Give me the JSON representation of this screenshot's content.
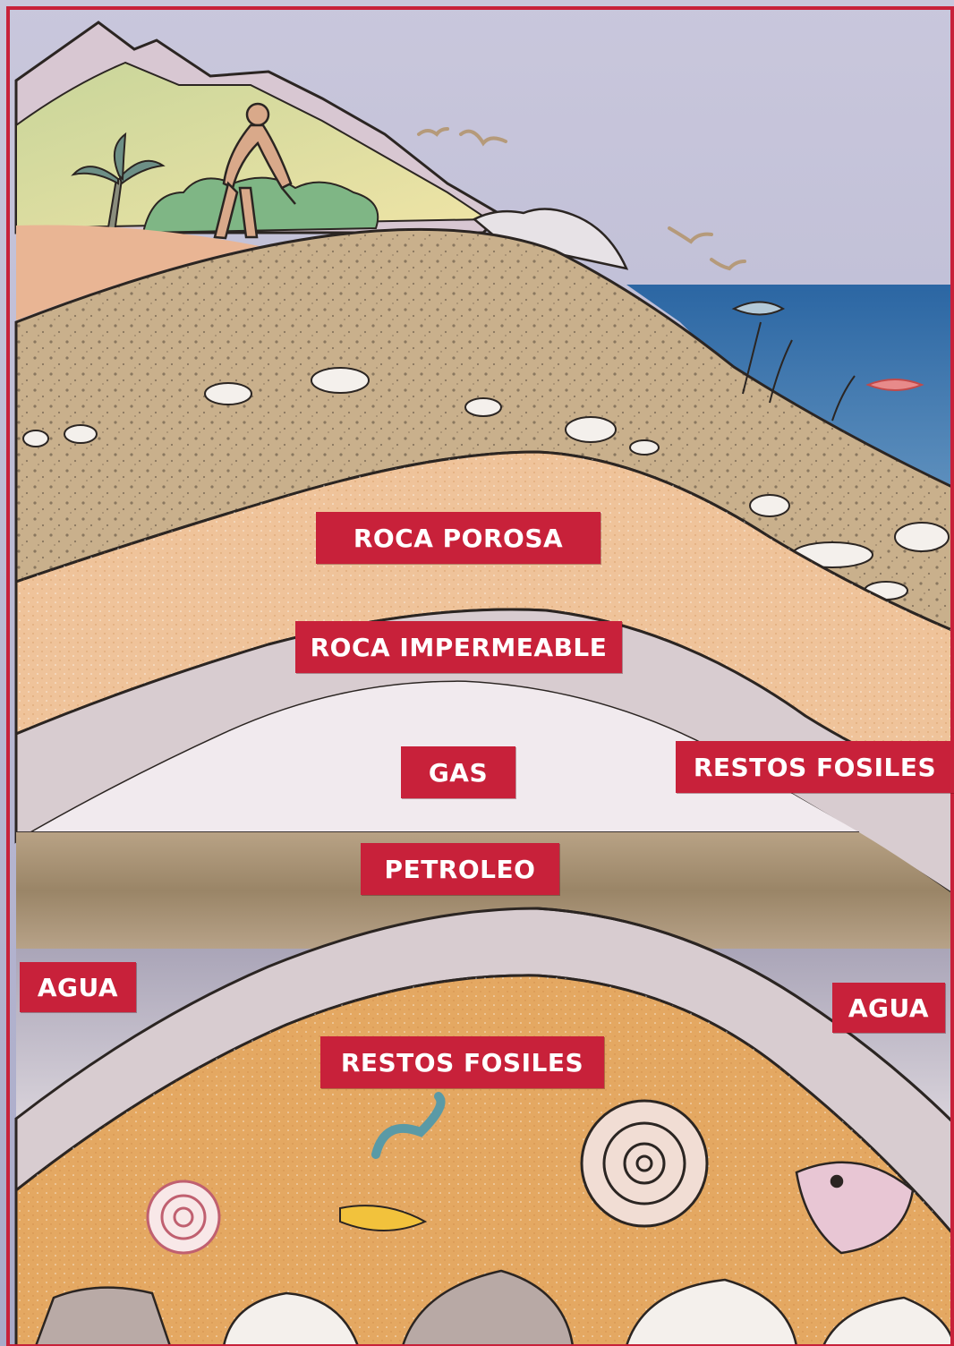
{
  "labels": {
    "roca_porosa": "ROCA POROSA",
    "roca_impermeable": "ROCA IMPERMEABLE",
    "gas": "GAS",
    "restos_fosiles_1": "RESTOS FOSILES",
    "petroleo": "PETROLEO",
    "agua_left": "AGUA",
    "agua_right": "AGUA",
    "restos_fosiles_2": "RESTOS FOSILES"
  },
  "colors": {
    "label_bg": "#c8213a",
    "label_text": "#ffffff",
    "frame": "#c8213a",
    "sky": "#b9b9d6",
    "sea": "#2f6fa8",
    "hill": "#e3dca0",
    "sand_layer": "#c9b08c",
    "porous_rock": "#efc39a",
    "impermeable_rock": "#d8ccd0",
    "gas": "#f1eaee",
    "petroleum": "#a68f6f",
    "water": "#c6bfc8",
    "fossil_rock": "#e4a862"
  }
}
